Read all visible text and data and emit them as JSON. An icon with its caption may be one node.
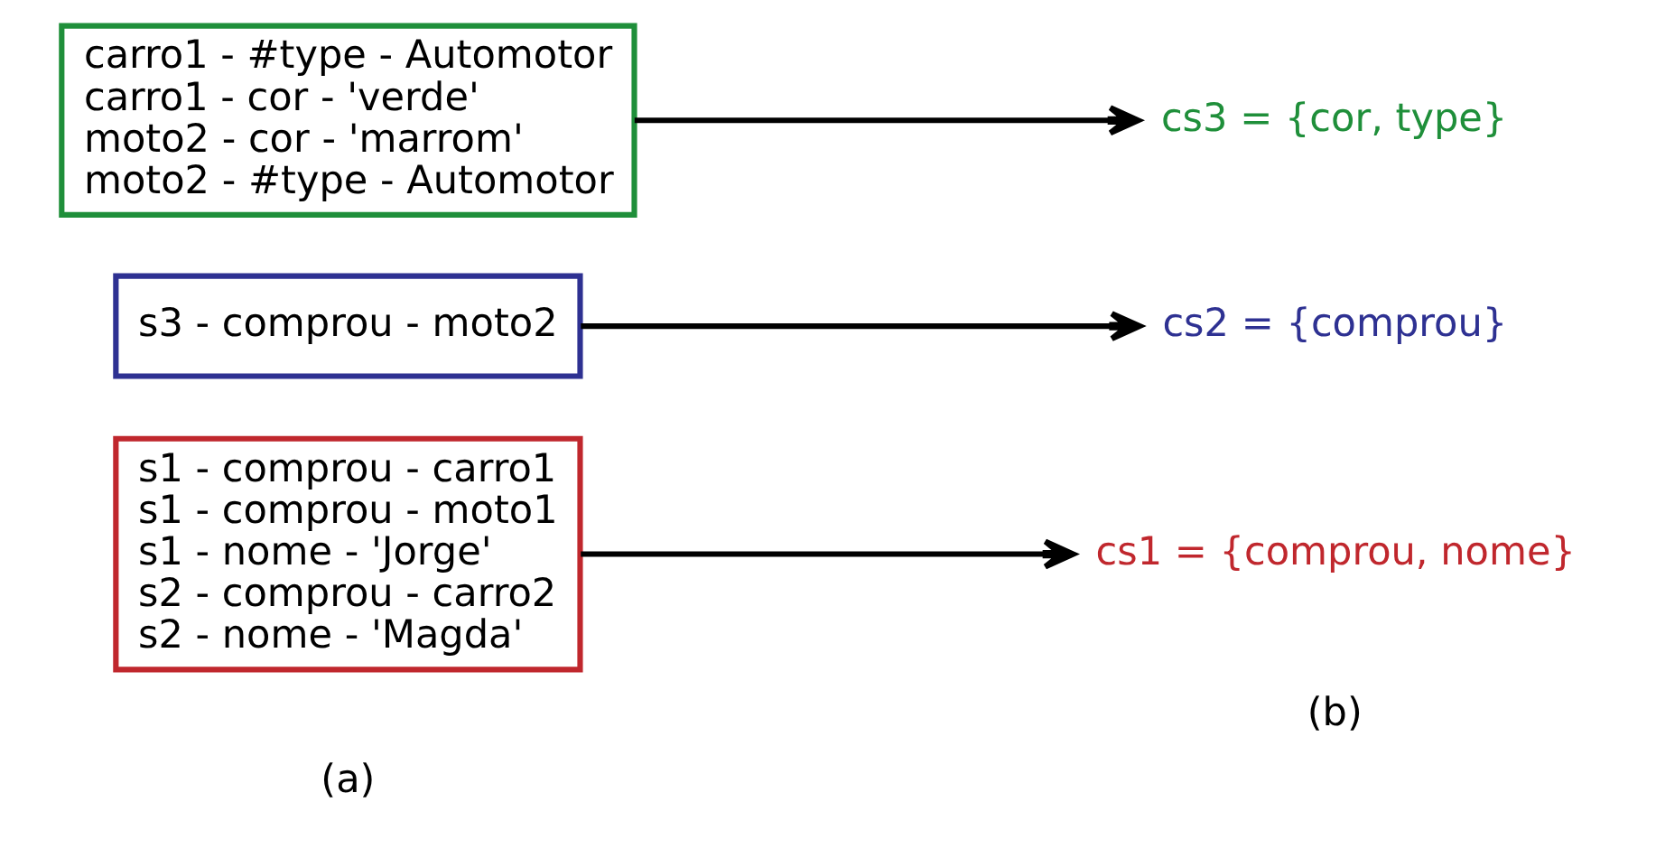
{
  "diagram": {
    "nodes": [
      {
        "text": [
          "s1 - comprou - carro1",
          "s1 - comprou - moto1",
          "s1 - nome - 'Jorge'",
          "s2 - comprou - carro2",
          "s2 - nome - 'Magda'"
        ]
      },
      {
        "text": [
          "s3 - comprou - moto2"
        ]
      },
      {
        "text": [
          "carro1 - #type - Automotor",
          "carro1 - cor - 'verde'",
          "moto2 - cor - 'marrom'",
          "moto2 - #type - Automotor"
        ]
      },
      {
        "text": [
          "cs1 = {comprou, nome}"
        ]
      },
      {
        "text": [
          "cs2 = {comprou}"
        ]
      },
      {
        "text": [
          "cs3 = {cor, type}"
        ]
      }
    ],
    "edges": [
      {
        "from": 0,
        "to": 3,
        "arrow": "to"
      },
      {
        "from": 1,
        "to": 4,
        "arrow": "to"
      },
      {
        "from": 2,
        "to": 5,
        "arrow": "to"
      }
    ],
    "labels": [
      "(a)",
      "(b)"
    ]
  }
}
